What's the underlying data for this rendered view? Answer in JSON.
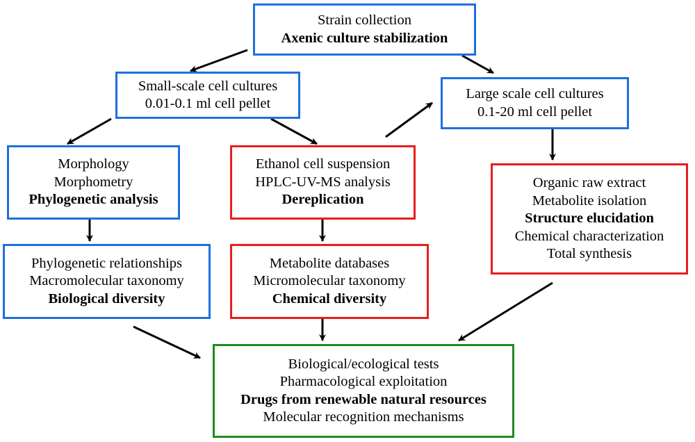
{
  "colors": {
    "blue": "#1e6fe0",
    "red": "#e61e1e",
    "green": "#1f8a1f",
    "arrow": "#000000"
  },
  "boxes": {
    "strain": {
      "lines": [
        "Strain collection"
      ],
      "bold": "Axenic culture stabilization"
    },
    "small": {
      "lines": [
        "Small-scale cell cultures",
        "0.01-0.1 ml cell pellet"
      ]
    },
    "large": {
      "lines": [
        "Large scale cell cultures",
        "0.1-20 ml cell pellet"
      ]
    },
    "morph": {
      "lines": [
        "Morphology",
        "Morphometry"
      ],
      "bold": "Phylogenetic analysis"
    },
    "ethanol": {
      "lines": [
        "Ethanol cell suspension",
        "HPLC-UV-MS analysis"
      ],
      "bold": "Dereplication"
    },
    "organic": {
      "lines": [
        "Organic raw extract",
        "Metabolite isolation"
      ],
      "bold": "Structure elucidation",
      "after": [
        "Chemical characterization",
        "Total synthesis"
      ]
    },
    "phylo": {
      "lines": [
        "Phylogenetic relationships",
        "Macromolecular taxonomy"
      ],
      "bold": "Biological diversity"
    },
    "metab": {
      "lines": [
        "Metabolite databases",
        "Micromolecular taxonomy"
      ],
      "bold": "Chemical diversity"
    },
    "bio": {
      "lines": [
        "Biological/ecological tests",
        "Pharmacological exploitation"
      ],
      "bold": "Drugs from renewable natural resources",
      "after": [
        "Molecular recognition mechanisms"
      ]
    }
  }
}
